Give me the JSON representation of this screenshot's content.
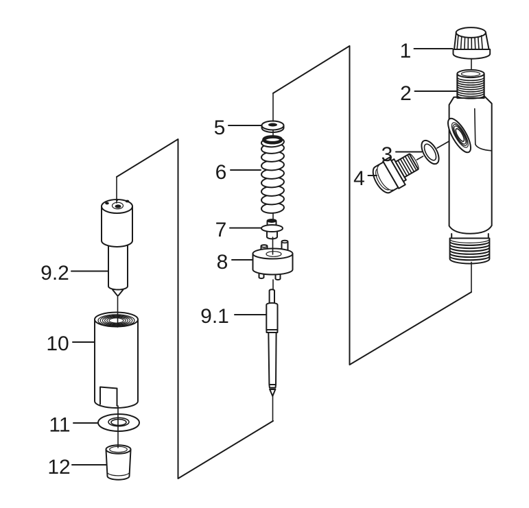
{
  "diagram": {
    "figure_type": "exploded-parts-diagram",
    "colors": {
      "ink": "#1a1a1a",
      "paper": "#ffffff"
    },
    "callouts": [
      {
        "label": "1",
        "part": "cap-nut"
      },
      {
        "label": "2",
        "part": "nozzle-holder-body"
      },
      {
        "label": "3",
        "part": "gasket-ring"
      },
      {
        "label": "4",
        "part": "plug-bolt"
      },
      {
        "label": "5",
        "part": "adjusting-shim"
      },
      {
        "label": "6",
        "part": "pressure-spring"
      },
      {
        "label": "7",
        "part": "spring-seat"
      },
      {
        "label": "8",
        "part": "distance-piece"
      },
      {
        "label": "9.1",
        "part": "needle-valve"
      },
      {
        "label": "9.2",
        "part": "nozzle-body"
      },
      {
        "label": "10",
        "part": "retaining-nut"
      },
      {
        "label": "11",
        "part": "washer"
      },
      {
        "label": "12",
        "part": "protection-sleeve"
      }
    ]
  }
}
